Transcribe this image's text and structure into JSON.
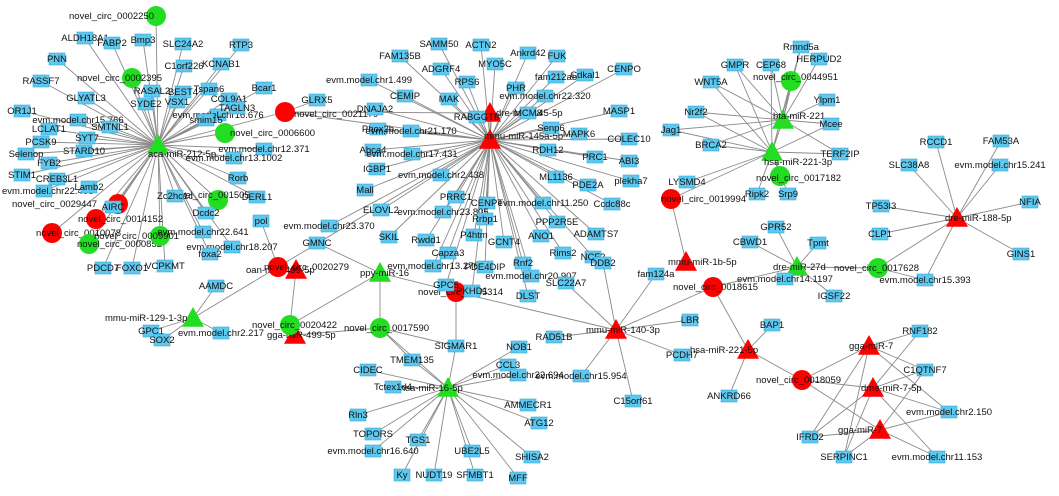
{
  "colors": {
    "gene": "#5ec8ef",
    "gene_stroke": "#3aa9d6",
    "circ": "#ff0000",
    "mirna_green": "#22dd22",
    "circ_green": "#22dd22",
    "edge": "#8a8a8a",
    "text": "#111111"
  },
  "nodes": {
    "aca212": {
      "label": "aca-miR-212-5p",
      "shape": "triangle",
      "fill": "green"
    },
    "dre145": {
      "label": "dre-miR-145-5p",
      "shape": "triangle",
      "fill": "red"
    },
    "mmu145": {
      "label": "mmu-miR-145a-5p",
      "shape": "triangle",
      "fill": "red"
    },
    "bta221": {
      "label": "bta-miR-221",
      "shape": "triangle",
      "fill": "green"
    },
    "hsa2213p": {
      "label": "hsa-miR-221-3p",
      "shape": "triangle",
      "fill": "green"
    },
    "dre188": {
      "label": "dre-miR-188-5p",
      "shape": "triangle",
      "fill": "red"
    },
    "mmu1b": {
      "label": "mmu-miR-1b-5p",
      "shape": "triangle",
      "fill": "red"
    },
    "dre27d": {
      "label": "dre-miR-27d",
      "shape": "triangle",
      "fill": "green"
    },
    "oan499": {
      "label": "oan-miR-499-5p",
      "shape": "triangle",
      "fill": "red"
    },
    "ppy16": {
      "label": "ppy-miR-16",
      "shape": "triangle",
      "fill": "green"
    },
    "gga499": {
      "label": "gga-miR-499-5p",
      "shape": "triangle",
      "fill": "red"
    },
    "mmu129": {
      "label": "mmu-miR-129-1-3p",
      "shape": "triangle",
      "fill": "green"
    },
    "hsa16": {
      "label": "hsa-miR-16-5p",
      "shape": "triangle",
      "fill": "green"
    },
    "mmu140": {
      "label": "mmu-miR-140-3p",
      "shape": "triangle",
      "fill": "red"
    },
    "hsa2215p": {
      "label": "hsa-miR-221-5p",
      "shape": "triangle",
      "fill": "red"
    },
    "gga7a": {
      "label": "gga-miR-7",
      "shape": "triangle",
      "fill": "red"
    },
    "dme7": {
      "label": "dme-miR-7-5p",
      "shape": "triangle",
      "fill": "red"
    },
    "gga7b": {
      "label": "gga-miR-7",
      "shape": "triangle",
      "fill": "red"
    },
    "c2250": {
      "label": "novel_circ_0002250",
      "shape": "circle",
      "fill": "green"
    },
    "c2395": {
      "label": "novel_circ_0002395",
      "shape": "circle",
      "fill": "green"
    },
    "c6600": {
      "label": "novel_circ_0006600",
      "shape": "circle",
      "fill": "green"
    },
    "c21179": {
      "label": "novel_circ_0021179",
      "shape": "circle",
      "fill": "red"
    },
    "c29447": {
      "label": "novel_circ_0029447",
      "shape": "circle",
      "fill": "red"
    },
    "c14152": {
      "label": "novel_circ_0014152",
      "shape": "circle",
      "fill": "red"
    },
    "c10078": {
      "label": "novel_circ_0010078",
      "shape": "circle",
      "fill": "red"
    },
    "c852": {
      "label": "novel_circ_0000852",
      "shape": "circle",
      "fill": "green"
    },
    "c9901": {
      "label": "novel_circ_0009901",
      "shape": "circle",
      "fill": "green"
    },
    "c15056": {
      "label": "novel_circ_0015056",
      "shape": "circle",
      "fill": "green"
    },
    "c20279": {
      "label": "novel_circ_0020279",
      "shape": "circle",
      "fill": "red"
    },
    "c20422": {
      "label": "novel_circ_0020422",
      "shape": "circle",
      "fill": "green"
    },
    "c17590": {
      "label": "novel_circ_0017590",
      "shape": "circle",
      "fill": "green"
    },
    "c45314": {
      "label": "novel_circ_0045314",
      "shape": "circle",
      "fill": "red"
    },
    "c44951": {
      "label": "novel_circ_0044951",
      "shape": "circle",
      "fill": "green"
    },
    "c17182": {
      "label": "novel_circ_0017182",
      "shape": "circle",
      "fill": "green"
    },
    "c19994": {
      "label": "novel_circ_0019994",
      "shape": "circle",
      "fill": "red"
    },
    "c18615": {
      "label": "novel_circ_0018615",
      "shape": "circle",
      "fill": "red"
    },
    "c17628": {
      "label": "novel_circ_0017628",
      "shape": "circle",
      "fill": "green"
    },
    "c18059": {
      "label": "novel_circ_0018059",
      "shape": "circle",
      "fill": "red"
    },
    "PNN": {
      "label": "PNN",
      "shape": "box"
    },
    "ALDH18A1": {
      "label": "ALDH18A1",
      "shape": "box"
    },
    "FABP2": {
      "label": "FABP2",
      "shape": "box"
    },
    "Bmp3": {
      "label": "Bmp3",
      "shape": "box"
    },
    "SLC24A2": {
      "label": "SLC24A2",
      "shape": "box"
    },
    "C1orf226": {
      "label": "C1orf226",
      "shape": "box"
    },
    "KCNAB1": {
      "label": "KCNAB1",
      "shape": "box"
    },
    "RTP3": {
      "label": "RTP3",
      "shape": "box"
    },
    "RASSF7": {
      "label": "RASSF7",
      "shape": "box"
    },
    "GLYATL3": {
      "label": "GLYATL3",
      "shape": "box"
    },
    "RASAL2": {
      "label": "RASAL2",
      "shape": "box"
    },
    "BEST4": {
      "label": "BEST4",
      "shape": "box"
    },
    "Tspan6": {
      "label": "Tspan6",
      "shape": "box"
    },
    "COL9A1": {
      "label": "COL9A1",
      "shape": "box"
    },
    "evm15766": {
      "label": "evm.model.chr15.766",
      "shape": "box"
    },
    "SYDE2": {
      "label": "SYDE2",
      "shape": "box"
    },
    "VSX1": {
      "label": "VSX1",
      "shape": "box"
    },
    "evm16676": {
      "label": "evm.model.chr16.676",
      "shape": "box"
    },
    "Bcar1": {
      "label": "Bcar1",
      "shape": "box"
    },
    "OR1J1": {
      "label": "OR1J1",
      "shape": "box"
    },
    "SMTNL1": {
      "label": "SMTNL1",
      "shape": "box"
    },
    "LCLAT1": {
      "label": "LCLAT1",
      "shape": "box"
    },
    "SYT7": {
      "label": "SYT7",
      "shape": "box"
    },
    "smim15": {
      "label": "smim15",
      "shape": "box"
    },
    "TAGLN3": {
      "label": "TAGLN3",
      "shape": "box"
    },
    "PCSK9": {
      "label": "PCSK9",
      "shape": "box"
    },
    "STARD10": {
      "label": "STARD10",
      "shape": "box"
    },
    "Selenop": {
      "label": "Selenop",
      "shape": "box"
    },
    "FYB2": {
      "label": "FYB2",
      "shape": "box"
    },
    "evm12371": {
      "label": "evm.model.chr12.371",
      "shape": "box"
    },
    "evm131002": {
      "label": "evm.model.chr13.1002",
      "shape": "box"
    },
    "STIM1": {
      "label": "STIM1",
      "shape": "box"
    },
    "CREB3L1": {
      "label": "CREB3L1",
      "shape": "box"
    },
    "evm22406": {
      "label": "evm.model.chr22.406",
      "shape": "box"
    },
    "Lamb2": {
      "label": "Lamb2",
      "shape": "box"
    },
    "AIRC": {
      "label": "AIRC",
      "shape": "box"
    },
    "Zc2hc1c": {
      "label": "Zc2hc1c",
      "shape": "box"
    },
    "Dcdc2": {
      "label": "Dcdc2",
      "shape": "box"
    },
    "Rorb": {
      "label": "Rorb",
      "shape": "box"
    },
    "DERL1": {
      "label": "DERL1",
      "shape": "box"
    },
    "evm22641": {
      "label": "evm.model.chr22.641",
      "shape": "box"
    },
    "evm18207": {
      "label": "evm.model.chr18.207",
      "shape": "box"
    },
    "PDCD7": {
      "label": "PDCD7",
      "shape": "box"
    },
    "FOXO1": {
      "label": "FOXO1",
      "shape": "box"
    },
    "VCPKMT": {
      "label": "VCPKMT",
      "shape": "box"
    },
    "foxa2": {
      "label": "foxa2",
      "shape": "box"
    },
    "GLRX5": {
      "label": "GLRX5",
      "shape": "box"
    },
    "pol": {
      "label": "pol",
      "shape": "box"
    },
    "FAM135B": {
      "label": "FAM135B",
      "shape": "box"
    },
    "SAMM50": {
      "label": "SAMM50",
      "shape": "box"
    },
    "ACTN2": {
      "label": "ACTN2",
      "shape": "box"
    },
    "ADGRF4": {
      "label": "ADGRF4",
      "shape": "box"
    },
    "MYO5C": {
      "label": "MYO5C",
      "shape": "box"
    },
    "Ankrd42": {
      "label": "Ankrd42",
      "shape": "box"
    },
    "FUK": {
      "label": "FUK",
      "shape": "box"
    },
    "evm1499": {
      "label": "evm.model.chr1.499",
      "shape": "box"
    },
    "RPS6": {
      "label": "RPS6",
      "shape": "box"
    },
    "fam212ab": {
      "label": "fam212ab",
      "shape": "box"
    },
    "Cdkal1": {
      "label": "Cdkal1",
      "shape": "box"
    },
    "CENPO": {
      "label": "CENPO",
      "shape": "box"
    },
    "CEMIP": {
      "label": "CEMIP",
      "shape": "box"
    },
    "MAK": {
      "label": "MAK",
      "shape": "box"
    },
    "PHR": {
      "label": "PHR",
      "shape": "box"
    },
    "evm22320": {
      "label": "evm.model.chr22.320",
      "shape": "box"
    },
    "DNAJA2": {
      "label": "DNAJA2",
      "shape": "box"
    },
    "RABGGTB": {
      "label": "RABGGTB",
      "shape": "box"
    },
    "MCM8": {
      "label": "MCM8",
      "shape": "box"
    },
    "MASP1": {
      "label": "MASP1",
      "shape": "box"
    },
    "Phox2b": {
      "label": "Phox2b",
      "shape": "box"
    },
    "evm21170": {
      "label": "evm.model.chr21.170",
      "shape": "box"
    },
    "Senp6": {
      "label": "Senp6",
      "shape": "box"
    },
    "MAPK6": {
      "label": "MAPK6",
      "shape": "box"
    },
    "COLEC10": {
      "label": "COLEC10",
      "shape": "box"
    },
    "Abca4": {
      "label": "Abca4",
      "shape": "box"
    },
    "evm17431": {
      "label": "evm.model.chr17.431",
      "shape": "box"
    },
    "RDH12": {
      "label": "RDH12",
      "shape": "box"
    },
    "PRC1": {
      "label": "PRC1",
      "shape": "box"
    },
    "ABI3": {
      "label": "ABI3",
      "shape": "box"
    },
    "IGBP1": {
      "label": "IGBP1",
      "shape": "box"
    },
    "evm2438": {
      "label": "evm.model.chr2.438",
      "shape": "box"
    },
    "ML1136": {
      "label": "ML1136",
      "shape": "box"
    },
    "plekha7": {
      "label": "plekha7",
      "shape": "box"
    },
    "Mall": {
      "label": "Mall",
      "shape": "box"
    },
    "PRRC1": {
      "label": "PRRC1",
      "shape": "box"
    },
    "CENPT": {
      "label": "CENPT",
      "shape": "box"
    },
    "PDE2A": {
      "label": "PDE2A",
      "shape": "box"
    },
    "ELOVL2": {
      "label": "ELOVL2",
      "shape": "box"
    },
    "evm23805": {
      "label": "evm.model.chr23.805",
      "shape": "box"
    },
    "evm11250": {
      "label": "evm.model.chr11.250",
      "shape": "box"
    },
    "Ccdc88c": {
      "label": "Ccdc88c",
      "shape": "box"
    },
    "evm23370": {
      "label": "evm.model.chr23.370",
      "shape": "box"
    },
    "Rrbp1": {
      "label": "Rrbp1",
      "shape": "box"
    },
    "PPP2R5E": {
      "label": "PPP2R5E",
      "shape": "box"
    },
    "SKIL": {
      "label": "SKIL",
      "shape": "box"
    },
    "Rwdd1": {
      "label": "Rwdd1",
      "shape": "box"
    },
    "P4htm": {
      "label": "P4htm",
      "shape": "box"
    },
    "GCNT4": {
      "label": "GCNT4",
      "shape": "box"
    },
    "ANO1": {
      "label": "ANO1",
      "shape": "box"
    },
    "ADAMTS7": {
      "label": "ADAMTS7",
      "shape": "box"
    },
    "Capza3": {
      "label": "Capza3",
      "shape": "box"
    },
    "Rims2": {
      "label": "Rims2",
      "shape": "box"
    },
    "NCF2": {
      "label": "NCF2",
      "shape": "box"
    },
    "evm13276": {
      "label": "evm.model.chr13.276",
      "shape": "box"
    },
    "PDE4DIP": {
      "label": "PDE4DIP",
      "shape": "box"
    },
    "Rnf2": {
      "label": "Rnf2",
      "shape": "box"
    },
    "evm20907": {
      "label": "evm.model.chr20.907",
      "shape": "box"
    },
    "GPC5": {
      "label": "GPC5",
      "shape": "box"
    },
    "PKHD1": {
      "label": "PKHD1",
      "shape": "box"
    },
    "DLST": {
      "label": "DLST",
      "shape": "box"
    },
    "GMPR": {
      "label": "GMPR",
      "shape": "box"
    },
    "CEP68": {
      "label": "CEP68",
      "shape": "box"
    },
    "Rmnd5a": {
      "label": "Rmnd5a",
      "shape": "box"
    },
    "HERPUD2": {
      "label": "HERPUD2",
      "shape": "box"
    },
    "WNT5A": {
      "label": "WNT5A",
      "shape": "box"
    },
    "Ylpm1": {
      "label": "Ylpm1",
      "shape": "box"
    },
    "Nr2f2": {
      "label": "Nr2f2",
      "shape": "box"
    },
    "Mcee": {
      "label": "Mcee",
      "shape": "box"
    },
    "Jag1": {
      "label": "Jag1",
      "shape": "box"
    },
    "BRCA2": {
      "label": "BRCA2",
      "shape": "box"
    },
    "TERF2IP": {
      "label": "TERF2IP",
      "shape": "box"
    },
    "LYSMD4": {
      "label": "LYSMD4",
      "shape": "box"
    },
    "Ripk2": {
      "label": "Ripk2",
      "shape": "box"
    },
    "Srp9": {
      "label": "Srp9",
      "shape": "box"
    },
    "RCCD1": {
      "label": "RCCD1",
      "shape": "box"
    },
    "FAM53A": {
      "label": "FAM53A",
      "shape": "box"
    },
    "SLC38A8": {
      "label": "SLC38A8",
      "shape": "box"
    },
    "evm15241": {
      "label": "evm.model.chr15.241",
      "shape": "box"
    },
    "TP53I3": {
      "label": "TP53I3",
      "shape": "box"
    },
    "NFIA": {
      "label": "NFIA",
      "shape": "box"
    },
    "CLP1": {
      "label": "CLP1",
      "shape": "box"
    },
    "GINS1": {
      "label": "GINS1",
      "shape": "box"
    },
    "evm15393": {
      "label": "evm.model.chr15.393",
      "shape": "box"
    },
    "GPR52": {
      "label": "GPR52",
      "shape": "box"
    },
    "CBWD1": {
      "label": "CBWD1",
      "shape": "box"
    },
    "Tpmt": {
      "label": "Tpmt",
      "shape": "box"
    },
    "IGSF22": {
      "label": "IGSF22",
      "shape": "box"
    },
    "evm141197": {
      "label": "evm.model.chr14.1197",
      "shape": "box"
    },
    "GMNC": {
      "label": "GMNC",
      "shape": "box"
    },
    "AAMDC": {
      "label": "AAMDC",
      "shape": "box"
    },
    "GPC1": {
      "label": "GPC1",
      "shape": "box"
    },
    "SOX2": {
      "label": "SOX2",
      "shape": "box"
    },
    "evm2217": {
      "label": "evm.model.chr2.217",
      "shape": "box"
    },
    "SIGMAR1": {
      "label": "SIGMAR1",
      "shape": "box"
    },
    "TMEM135": {
      "label": "TMEM135",
      "shape": "box"
    },
    "DDB2": {
      "label": "DDB2",
      "shape": "box"
    },
    "fam124a": {
      "label": "fam124a",
      "shape": "box"
    },
    "SLC22A7": {
      "label": "SLC22A7",
      "shape": "box"
    },
    "LBR": {
      "label": "LBR",
      "shape": "box"
    },
    "RAD51B": {
      "label": "RAD51B",
      "shape": "box"
    },
    "PCDH7": {
      "label": "PCDH7",
      "shape": "box"
    },
    "evm15954": {
      "label": "evm.model.chr15.954",
      "shape": "box"
    },
    "C15orf61": {
      "label": "C15orf61",
      "shape": "box"
    },
    "CIDEC": {
      "label": "CIDEC",
      "shape": "box"
    },
    "CCL3": {
      "label": "CCL3",
      "shape": "box"
    },
    "NOB1": {
      "label": "NOB1",
      "shape": "box"
    },
    "Tctex1d4": {
      "label": "Tctex1d4",
      "shape": "box"
    },
    "evm22694": {
      "label": "evm.model.chr22.694",
      "shape": "box"
    },
    "Rln3": {
      "label": "Rln3",
      "shape": "box"
    },
    "AMMECR1": {
      "label": "AMMECR1",
      "shape": "box"
    },
    "ATG12": {
      "label": "ATG12",
      "shape": "box"
    },
    "TOPORS": {
      "label": "TOPORS",
      "shape": "box"
    },
    "TGS1": {
      "label": "TGS1",
      "shape": "box"
    },
    "evm16640": {
      "label": "evm.model.chr16.640",
      "shape": "box"
    },
    "UBE2L5": {
      "label": "UBE2L5",
      "shape": "box"
    },
    "SHISA2": {
      "label": "SHISA2",
      "shape": "box"
    },
    "Ky": {
      "label": "Ky",
      "shape": "box"
    },
    "NUDT19": {
      "label": "NUDT19",
      "shape": "box"
    },
    "SFMBT1": {
      "label": "SFMBT1",
      "shape": "box"
    },
    "MFF": {
      "label": "MFF",
      "shape": "box"
    },
    "BAP1": {
      "label": "BAP1",
      "shape": "box"
    },
    "ANKRD66": {
      "label": "ANKRD66",
      "shape": "box"
    },
    "RNF182": {
      "label": "RNF182",
      "shape": "box"
    },
    "C1QTNF7": {
      "label": "C1QTNF7",
      "shape": "box"
    },
    "evm2150": {
      "label": "evm.model.chr2.150",
      "shape": "box"
    },
    "IFRD2": {
      "label": "IFRD2",
      "shape": "box"
    },
    "SERPINC1": {
      "label": "SERPINC1",
      "shape": "box"
    },
    "evm11153": {
      "label": "evm.model.chr11.153",
      "shape": "box"
    }
  }
}
